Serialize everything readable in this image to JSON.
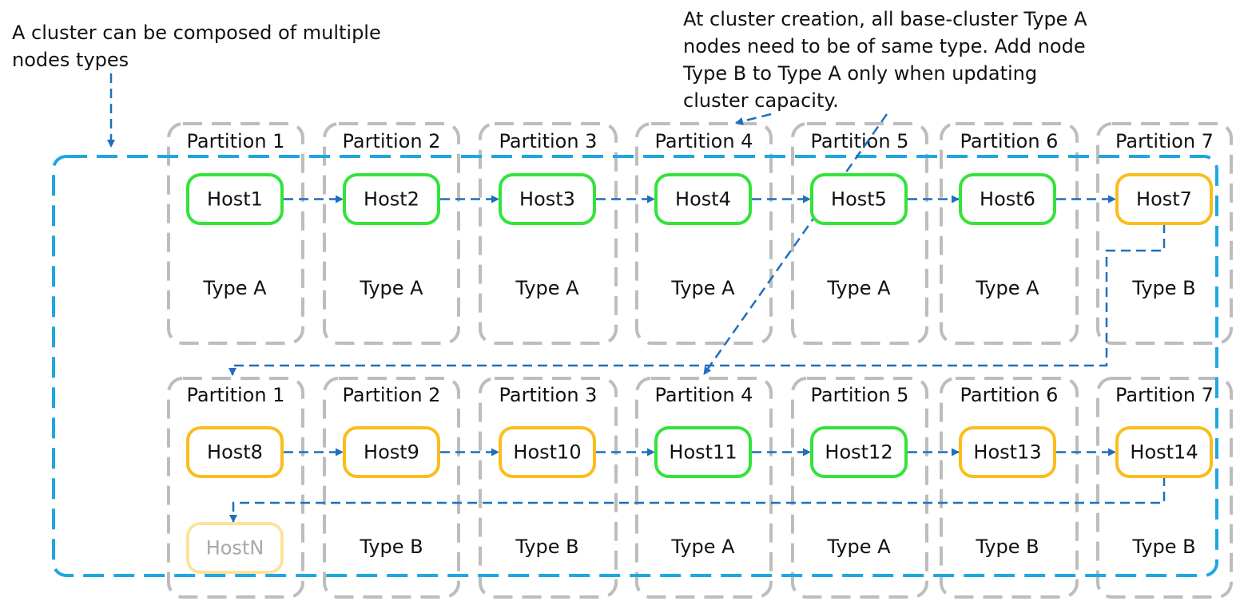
{
  "annotations": {
    "left": [
      "A cluster can be composed of multiple",
      "nodes types"
    ],
    "right": [
      "At cluster creation, all base-cluster Type A",
      "nodes need to be of same type. Add node",
      "Type B to Type A only when updating",
      "cluster capacity."
    ]
  },
  "colors": {
    "type_a": "#33e33a",
    "type_b": "#fbbd1c",
    "pending": "#fde39a",
    "cluster_border": "#1ea7e1",
    "arrow": "#1f6fbf",
    "partition_border": "#bdbdbd"
  },
  "rows": [
    {
      "partitions": [
        {
          "label": "Partition 1",
          "host": "Host1",
          "node_type": "Type A",
          "color": "type_a"
        },
        {
          "label": "Partition 2",
          "host": "Host2",
          "node_type": "Type A",
          "color": "type_a"
        },
        {
          "label": "Partition 3",
          "host": "Host3",
          "node_type": "Type A",
          "color": "type_a"
        },
        {
          "label": "Partition 4",
          "host": "Host4",
          "node_type": "Type A",
          "color": "type_a"
        },
        {
          "label": "Partition 5",
          "host": "Host5",
          "node_type": "Type A",
          "color": "type_a"
        },
        {
          "label": "Partition 6",
          "host": "Host6",
          "node_type": "Type A",
          "color": "type_a"
        },
        {
          "label": "Partition 7",
          "host": "Host7",
          "node_type": "Type B",
          "color": "type_b"
        }
      ]
    },
    {
      "partitions": [
        {
          "label": "Partition 1",
          "host": "Host8",
          "node_type": "",
          "color": "type_b",
          "extra_host": "HostN"
        },
        {
          "label": "Partition 2",
          "host": "Host9",
          "node_type": "Type B",
          "color": "type_b"
        },
        {
          "label": "Partition 3",
          "host": "Host10",
          "node_type": "Type B",
          "color": "type_b"
        },
        {
          "label": "Partition 4",
          "host": "Host11",
          "node_type": "Type A",
          "color": "type_a"
        },
        {
          "label": "Partition 5",
          "host": "Host12",
          "node_type": "Type A",
          "color": "type_a"
        },
        {
          "label": "Partition 6",
          "host": "Host13",
          "node_type": "Type B",
          "color": "type_b"
        },
        {
          "label": "Partition 7",
          "host": "Host14",
          "node_type": "Type B",
          "color": "type_b"
        }
      ]
    }
  ]
}
